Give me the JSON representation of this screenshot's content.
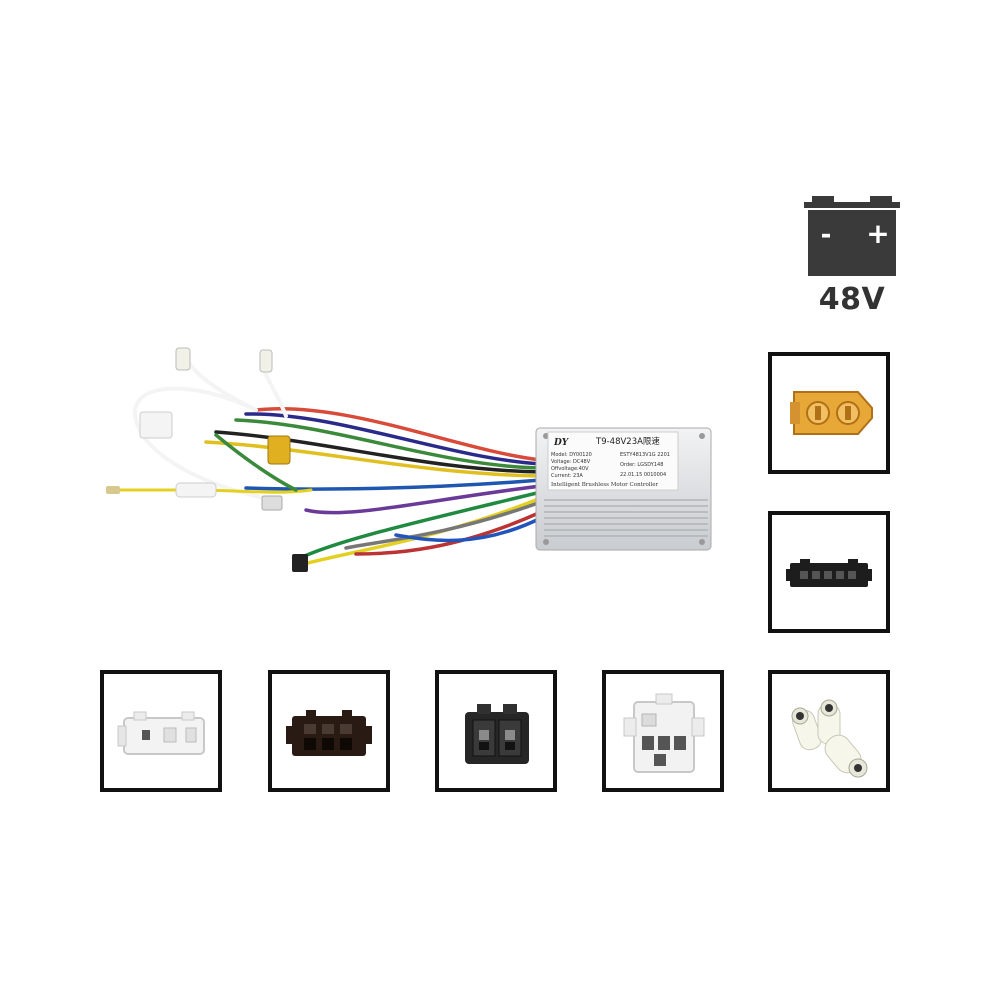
{
  "battery": {
    "minus_symbol": "-",
    "plus_symbol": "+",
    "voltage": "48V",
    "icon_color": "#3a3a3a"
  },
  "controller": {
    "title": "T9-48V23A限速",
    "brand": "DY",
    "model": "Model: DY00120",
    "voltage": "Voltage: DC48V",
    "offvoltage": "Offvoltage:40V",
    "current": "Current: 23A",
    "code": "ESTY4813V1G 2201",
    "order": "Order: LGSDY148",
    "date": "22.01.15 0010004",
    "footer": "Intelligent Brushless Motor Controller"
  },
  "connectors": [
    {
      "name": "xt60-yellow"
    },
    {
      "name": "black-6pin"
    },
    {
      "name": "white-3pin"
    },
    {
      "name": "black-6pin-grid"
    },
    {
      "name": "black-2x2"
    },
    {
      "name": "white-4pin"
    },
    {
      "name": "bullet-3"
    }
  ]
}
